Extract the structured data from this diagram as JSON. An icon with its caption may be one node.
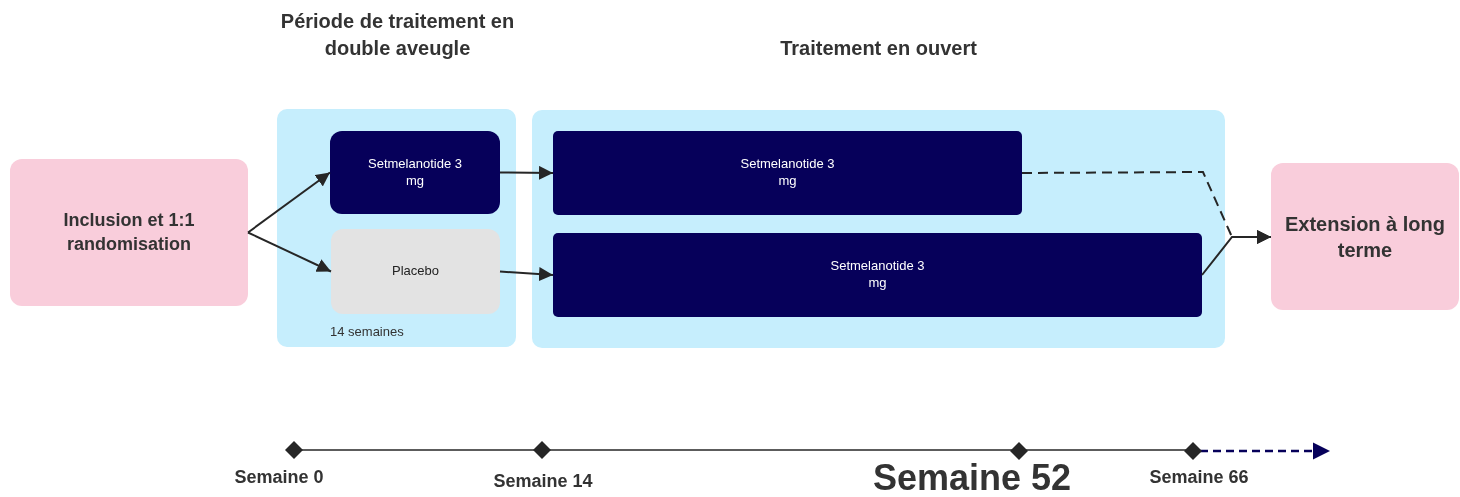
{
  "diagram": {
    "nodes": [
      {
        "text": [
          "Inclusion et 1:1 randomisation"
        ]
      },
      {
        "text": [
          "Période de traitement en double aveugle",
          "14 semaines"
        ]
      },
      {
        "text": [
          "Setmelanotide 3 mg"
        ],
        "in": 1
      },
      {
        "text": [
          "Placebo"
        ],
        "in": 1
      },
      {
        "text": [
          "Traitement en ouvert"
        ]
      },
      {
        "text": [
          "Setmelanotide 3 mg"
        ],
        "in": 4
      },
      {
        "text": [
          "Setmelanotide 3 mg"
        ],
        "in": 4
      },
      {
        "text": [
          "Extension à long terme"
        ]
      }
    ],
    "edges": [
      {
        "from": 0,
        "to": 2,
        "arrow": "to"
      },
      {
        "from": 0,
        "to": 3,
        "arrow": "to"
      },
      {
        "from": 2,
        "to": 5,
        "arrow": "to"
      },
      {
        "from": 3,
        "to": 6,
        "arrow": "to"
      },
      {
        "from": 5,
        "to": 7,
        "arrow": "to",
        "style": "dashed"
      },
      {
        "from": 6,
        "to": 7,
        "arrow": "to"
      }
    ],
    "labels": [
      "Semaine 0",
      "Semaine 14",
      "Semaine 52",
      "Semaine 66"
    ]
  }
}
